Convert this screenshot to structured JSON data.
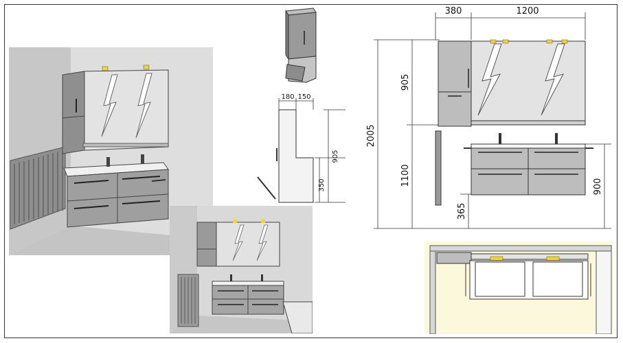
{
  "dimensions": {
    "main_top_left": "380",
    "main_top_right": "1200",
    "main_upper_height": "905",
    "main_total_height": "2005",
    "main_lower_height": "1100",
    "main_vanity_height": "900",
    "main_floor_gap": "365",
    "side_depth_upper": "180",
    "side_depth_lower": "150",
    "side_height_upper": "905",
    "side_height_lower": "350"
  },
  "colors": {
    "cabinet": "#a7a7a7",
    "cabinet_dark": "#8c8c8c",
    "wall": "#d9d9d9",
    "floor": "#c8c8c8",
    "mirror": "#e2e2e2",
    "light": "#f2d23a",
    "plan_bg": "#fbf8dc"
  }
}
